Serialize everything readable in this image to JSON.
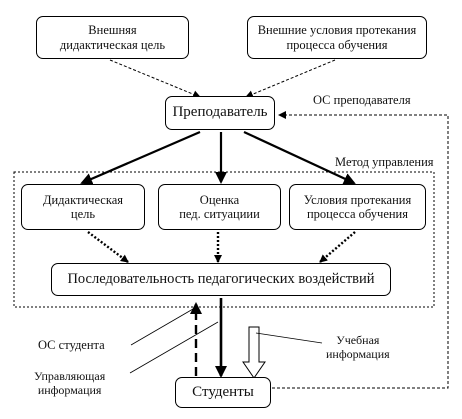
{
  "nodes": {
    "external_goal": "Внешняя\nдидактическая цель",
    "external_conditions": "Внешние условия протекания\nпроцесса обучения",
    "teacher": "Преподаватель",
    "didactic_goal": "Дидактическая\nцель",
    "situation_assessment": "Оценка\nпед. ситуациии",
    "learning_conditions": "Условия протекания\nпроцесса обучения",
    "sequence": "Последовательность педагогических воздействий",
    "students": "Студенты"
  },
  "labels": {
    "teacher_feedback": "ОС преподавателя",
    "control_method": "Метод управления",
    "student_feedback": "ОС студента",
    "control_info": "Управляющая\nинформация",
    "educational_info": "Учебная\nинформация"
  }
}
